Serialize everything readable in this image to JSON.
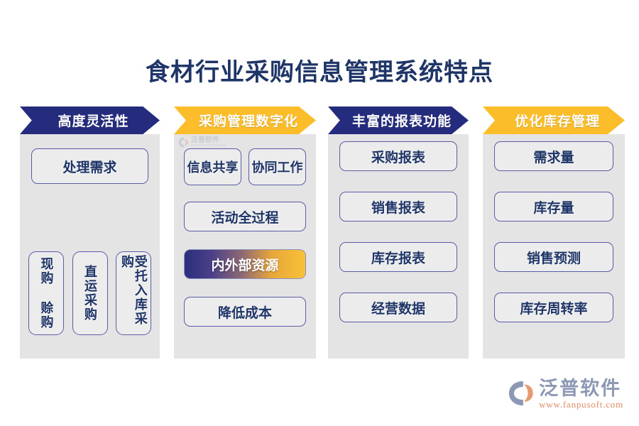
{
  "page": {
    "title": "食材行业采购信息管理系统特点",
    "background": "#ffffff",
    "title_color": "#1f3567"
  },
  "colors": {
    "navy": "#252c7e",
    "gold": "#fbbe2a",
    "panel_bg": "#e4e4e4",
    "box_bg": "#ececec",
    "box_border": "#5b5ba6",
    "text_navy": "#1f3567",
    "brand_grey": "#8d99b4",
    "brand_orange": "#e08b63"
  },
  "columns": [
    {
      "header": "高度灵活性",
      "header_style": "navy",
      "top_item": "处理需求",
      "vertical_items": [
        "现购 赊购",
        "直运采购",
        "受托入库采购"
      ]
    },
    {
      "header": "采购管理数字化",
      "header_style": "gold",
      "pair_items": [
        "信息共享",
        "协同工作"
      ],
      "items": [
        "活动全过程",
        "内外部资源",
        "降低成本"
      ],
      "highlight_item": "内外部资源",
      "watermark": {
        "cn": "泛普软件",
        "en": "FANPU SOFTWARE"
      }
    },
    {
      "header": "丰富的报表功能",
      "header_style": "navy",
      "items": [
        "采购报表",
        "销售报表",
        "库存报表",
        "经营数据"
      ]
    },
    {
      "header": "优化库存管理",
      "header_style": "gold",
      "items": [
        "需求量",
        "库存量",
        "销售预测",
        "库存周转率"
      ]
    }
  ],
  "brand": {
    "name": "泛普软件",
    "url": "www.fanpusoft.com"
  }
}
